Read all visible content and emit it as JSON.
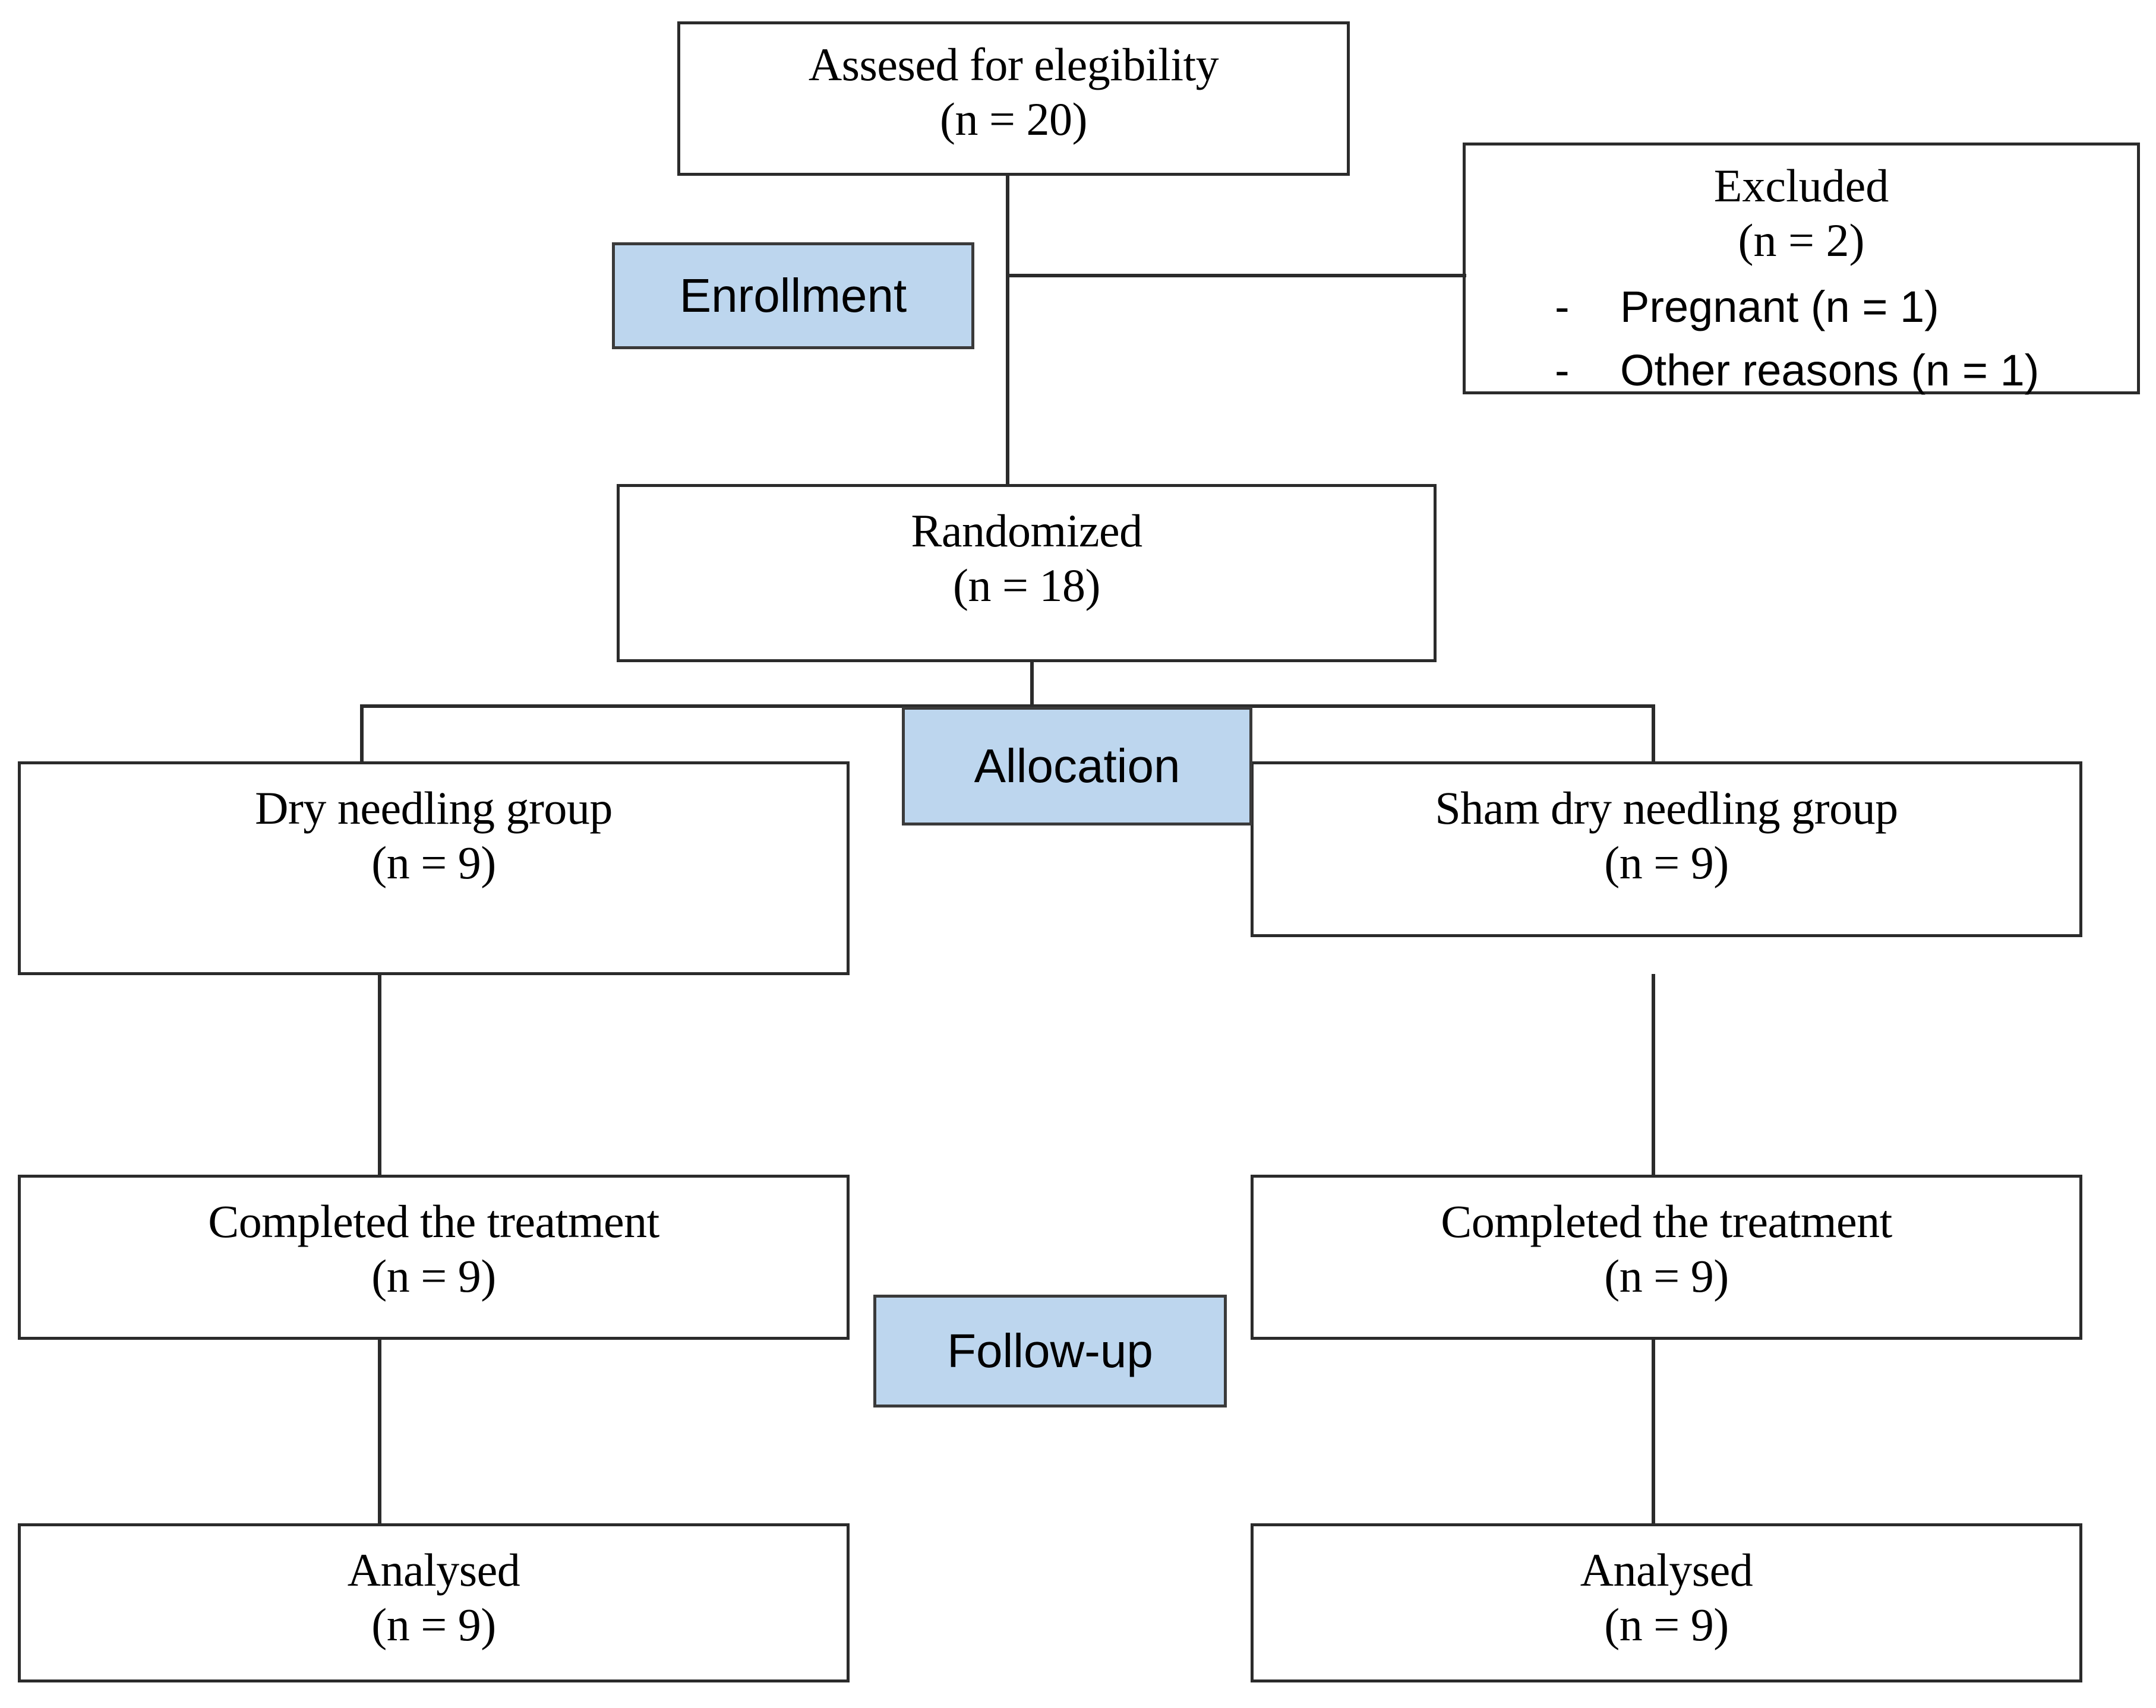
{
  "diagram": {
    "type": "consort-flow-diagram",
    "accent_color": "#bdd6ee",
    "border_color": "#2b2b2b",
    "background_color": "#ffffff"
  },
  "stages": {
    "enrollment": "Enrollment",
    "allocation": "Allocation",
    "followup": "Follow-up"
  },
  "nodes": {
    "assessed": {
      "title": "Assesed for elegibility",
      "count": "(n = 20)"
    },
    "excluded": {
      "title": "Excluded",
      "count": "(n = 2)",
      "reasons": [
        {
          "dash": "-",
          "text": "Pregnant (n = 1)"
        },
        {
          "dash": "-",
          "text": "Other reasons (n = 1)"
        }
      ]
    },
    "randomized": {
      "title": "Randomized",
      "count": "(n = 18)"
    },
    "group_left": {
      "title": "Dry needling group",
      "count": "(n = 9)"
    },
    "group_right": {
      "title": "Sham dry needling group",
      "count": "(n = 9)"
    },
    "completed_left": {
      "title": "Completed the treatment",
      "count": "(n = 9)"
    },
    "completed_right": {
      "title": "Completed the treatment",
      "count": "(n = 9)"
    },
    "analysed_left": {
      "title": "Analysed",
      "count": "(n = 9)"
    },
    "analysed_right": {
      "title": "Analysed",
      "count": "(n = 9)"
    }
  }
}
